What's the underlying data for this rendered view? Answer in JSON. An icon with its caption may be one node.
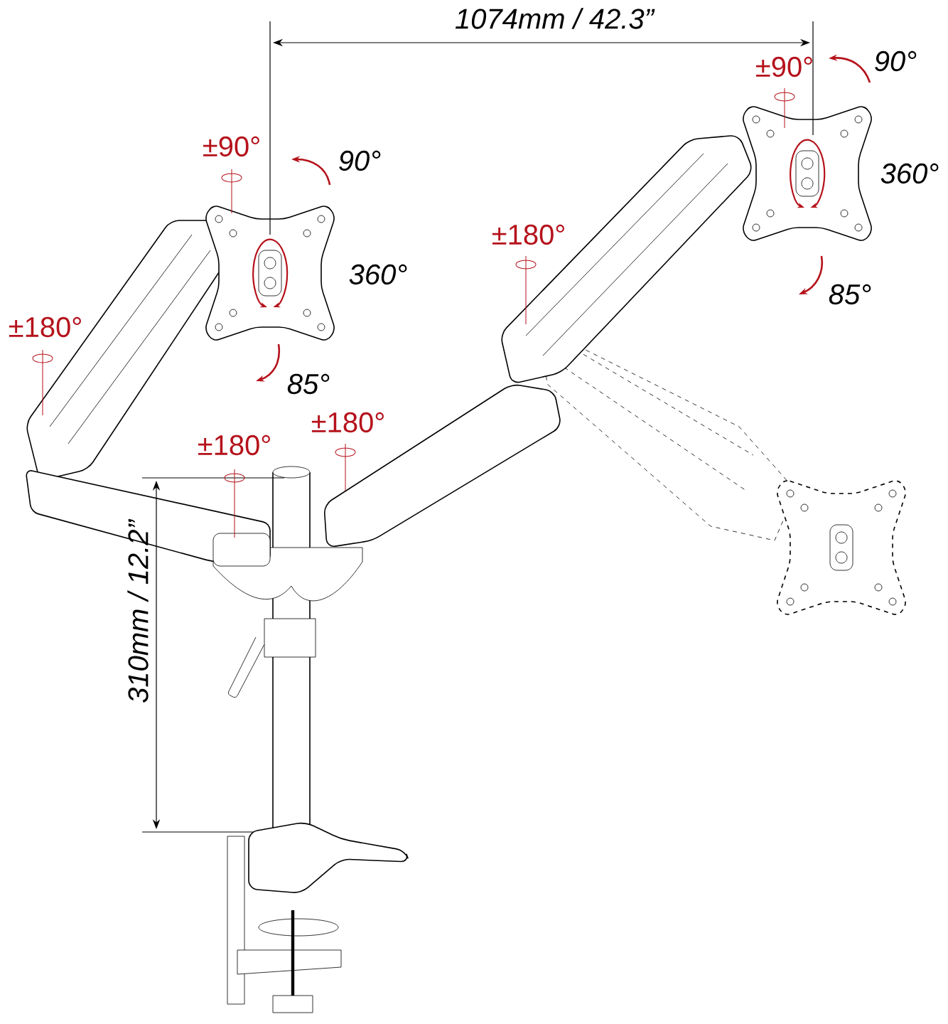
{
  "diagram": {
    "labels": [
      "1074mm / 42.3”",
      "±90°",
      "90°",
      "360°",
      "±90°",
      "90°",
      "±180°",
      "360°",
      "85°",
      "±180°",
      "85°",
      "±180°",
      "±180°",
      "310mm / 12.2”"
    ]
  }
}
